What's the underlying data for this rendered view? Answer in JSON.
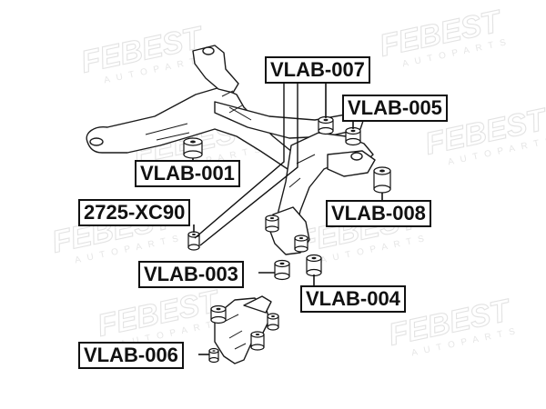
{
  "watermark": {
    "brand": "FEBEST",
    "sub": "AUTOPARTS"
  },
  "labels": {
    "vlab_007": "VLAB-007",
    "vlab_005": "VLAB-005",
    "vlab_001": "VLAB-001",
    "xc90": "2725-XC90",
    "vlab_008": "VLAB-008",
    "vlab_003": "VLAB-003",
    "vlab_004": "VLAB-004",
    "vlab_006": "VLAB-006"
  }
}
